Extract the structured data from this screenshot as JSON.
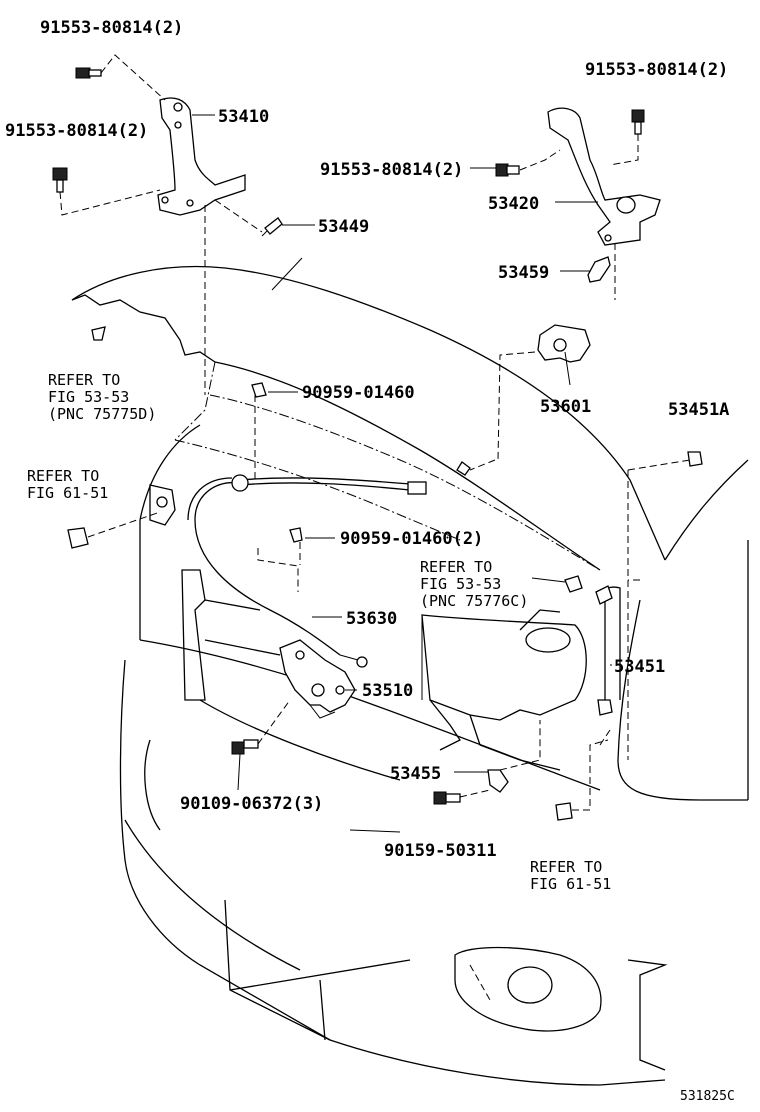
{
  "labels": {
    "bolt_top_left": "91553-80814(2)",
    "bolt_left": "91553-80814(2)",
    "hinge_lh": "53410",
    "clip_53449": "53449",
    "bolt_top_right": "91553-80814(2)",
    "bolt_mid_right": "91553-80814(2)",
    "hinge_rh": "53420",
    "clip_53459": "53459",
    "release_lever": "53601",
    "stay_grommet": "53451A",
    "clamp_1": "90959-01460",
    "clamp_2": "90959-01460(2)",
    "cable": "53630",
    "hood_lock": "53510",
    "support_rod": "53451",
    "bracket": "53455",
    "bolt_90109": "90109-06372(3)",
    "bolt_90159": "90159-50311",
    "diagram_code": "531825C"
  },
  "refs": {
    "ref_53_53_a": {
      "line1": "REFER TO",
      "line2": "FIG 53-53",
      "line3": "(PNC 75775D)"
    },
    "ref_61_51_a": {
      "line1": "REFER TO",
      "line2": "FIG 61-51"
    },
    "ref_53_53_b": {
      "line1": "REFER TO",
      "line2": "FIG 53-53",
      "line3": "(PNC 75776C)"
    },
    "ref_61_51_b": {
      "line1": "REFER TO",
      "line2": "FIG 61-51"
    }
  }
}
